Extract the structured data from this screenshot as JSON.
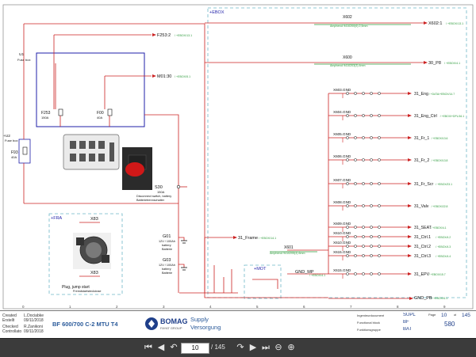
{
  "colors": {
    "wire": "#cc2222",
    "wire_green": "#2b9a3a",
    "frame": "#1f1fa8",
    "dash": "#6fb7c8",
    "text_red": "#b01010",
    "text_blue": "#1f1fa8",
    "text_green": "#2b9a3a"
  },
  "boxes": {
    "ebox": "+EBOX",
    "fra": "+FRA",
    "mot": "+MOT"
  },
  "fuse_box": {
    "tag": "U1",
    "name": "Fuse box",
    "f253": "F253",
    "f253_val": "150A",
    "f00": "F00",
    "f00_val": "40A"
  },
  "u2": {
    "tag": "+U2",
    "name": "Fuse box",
    "fuse": "F93",
    "fuse_val": "40A"
  },
  "refs": {
    "f253": "F253:2",
    "f253_sub": "/ +EBOX/13.1",
    "m01": "M01:30",
    "m01_sub": "/ +EBOX/5.1",
    "x602": "X602",
    "x602_out": "X602:1",
    "x602_sub": "/ +EBOX/13.1",
    "x602_wire": "Amphenol 9410200(6) 2,5mm",
    "x600": "X600",
    "x600_out": "30_P8",
    "x600_sub": "/ +EBOX/4.1",
    "x600_wire": "Amphenol 9410203(3) 4mm",
    "s30": "S30",
    "s30_desc": "150A",
    "s30_line1": "Disconnect switch, battery",
    "s30_line2": "Batterietrennschalter",
    "x83a": "X83",
    "x83b": "X83",
    "x83_plug": "Plug, jump start",
    "x83_plug_de": "Fremdstartsteckdose",
    "g01": "G01",
    "g01_d1": "12V / 100Ah",
    "g01_d2": "battery",
    "g01_d3": "Batterie",
    "g03": "G03",
    "g03_d1": "12V / 100Ah",
    "g03_d2": "battery",
    "g03_d3": "Batterie",
    "frame": "31_Frame",
    "frame_sub": "/ +EBOX/14.1",
    "x601": "X601",
    "x601_wire": "Amphenol 9410205(4) 6mm",
    "gndmp": "GND_MP",
    "gndmp_sub": "/ +EBOX/4.1",
    "gndpb": "GND_PB",
    "gndpb_sub": "/ +EBOX/4.1"
  },
  "ground_rows": [
    {
      "conn": "X603.GND",
      "net": "31_Eng",
      "sub": "/ +DATA/+EBOX/14.7"
    },
    {
      "conn": "X604.GND",
      "net": "31_Eng_Ctrl",
      "sub": "/ +EBOX/+DPL/16.1"
    },
    {
      "conn": "X605.GND",
      "net": "31_Fr_1",
      "sub": "/ +EBOX/13.6"
    },
    {
      "conn": "X606.GND",
      "net": "31_Fr_2",
      "sub": "/ +EBOX/13.8"
    },
    {
      "conn": "X607.GND",
      "net": "31_Fr_Scr",
      "sub": "/ +EBOX/23.1"
    },
    {
      "conn": "X608.GND",
      "net": "31_Valv",
      "sub": "/ +EBOX/22.8"
    },
    {
      "conn": "X609.GND",
      "net": "31_SEAT",
      "sub": "/ +EBOX/4.1"
    },
    {
      "conn": "X610.GND",
      "net": "31_Ctrl.1",
      "sub": "/ +EBOX/4.2"
    },
    {
      "conn": "X610.GND",
      "net": "31_Ctrl.2",
      "sub": "/ +EBOX/4.3"
    },
    {
      "conn": "X615.GND",
      "net": "31_Ctrl.3",
      "sub": "/ +EBOX/4.4"
    },
    {
      "conn": "X615.GND",
      "net": "31_EPV",
      "sub": "/ +EBOX/15.7"
    }
  ],
  "columns": [
    "0",
    "1",
    "2",
    "3",
    "4",
    "5",
    "6",
    "7",
    "8",
    "9"
  ],
  "title_block": {
    "created": "Created",
    "erstellt": "Erstellt",
    "creator": "L.Dociabke",
    "created_date": "09/11/2018",
    "checked": "Checked",
    "geprueft": "Controllato",
    "checker": "R.Zanikoni",
    "checked_date": "09/11/2018",
    "model": "BF 600/700 C-2 MTU T4",
    "brand": "BOMAG",
    "brand_sub": "FAYAT GROUP",
    "title_en": "Supply",
    "title_de": "Versorgung",
    "f1": "Ingenieurdocument",
    "f2": "Functional block",
    "f3": "Funktionsgruppe",
    "k1": "SUPL",
    "k2": "BF",
    "k3": "BAT",
    "page_label": "Page",
    "page_no": "10",
    "of_label": "of",
    "of_val": "145",
    "sheet": "580"
  },
  "viewer": {
    "page": "10",
    "total": "/ 145"
  }
}
